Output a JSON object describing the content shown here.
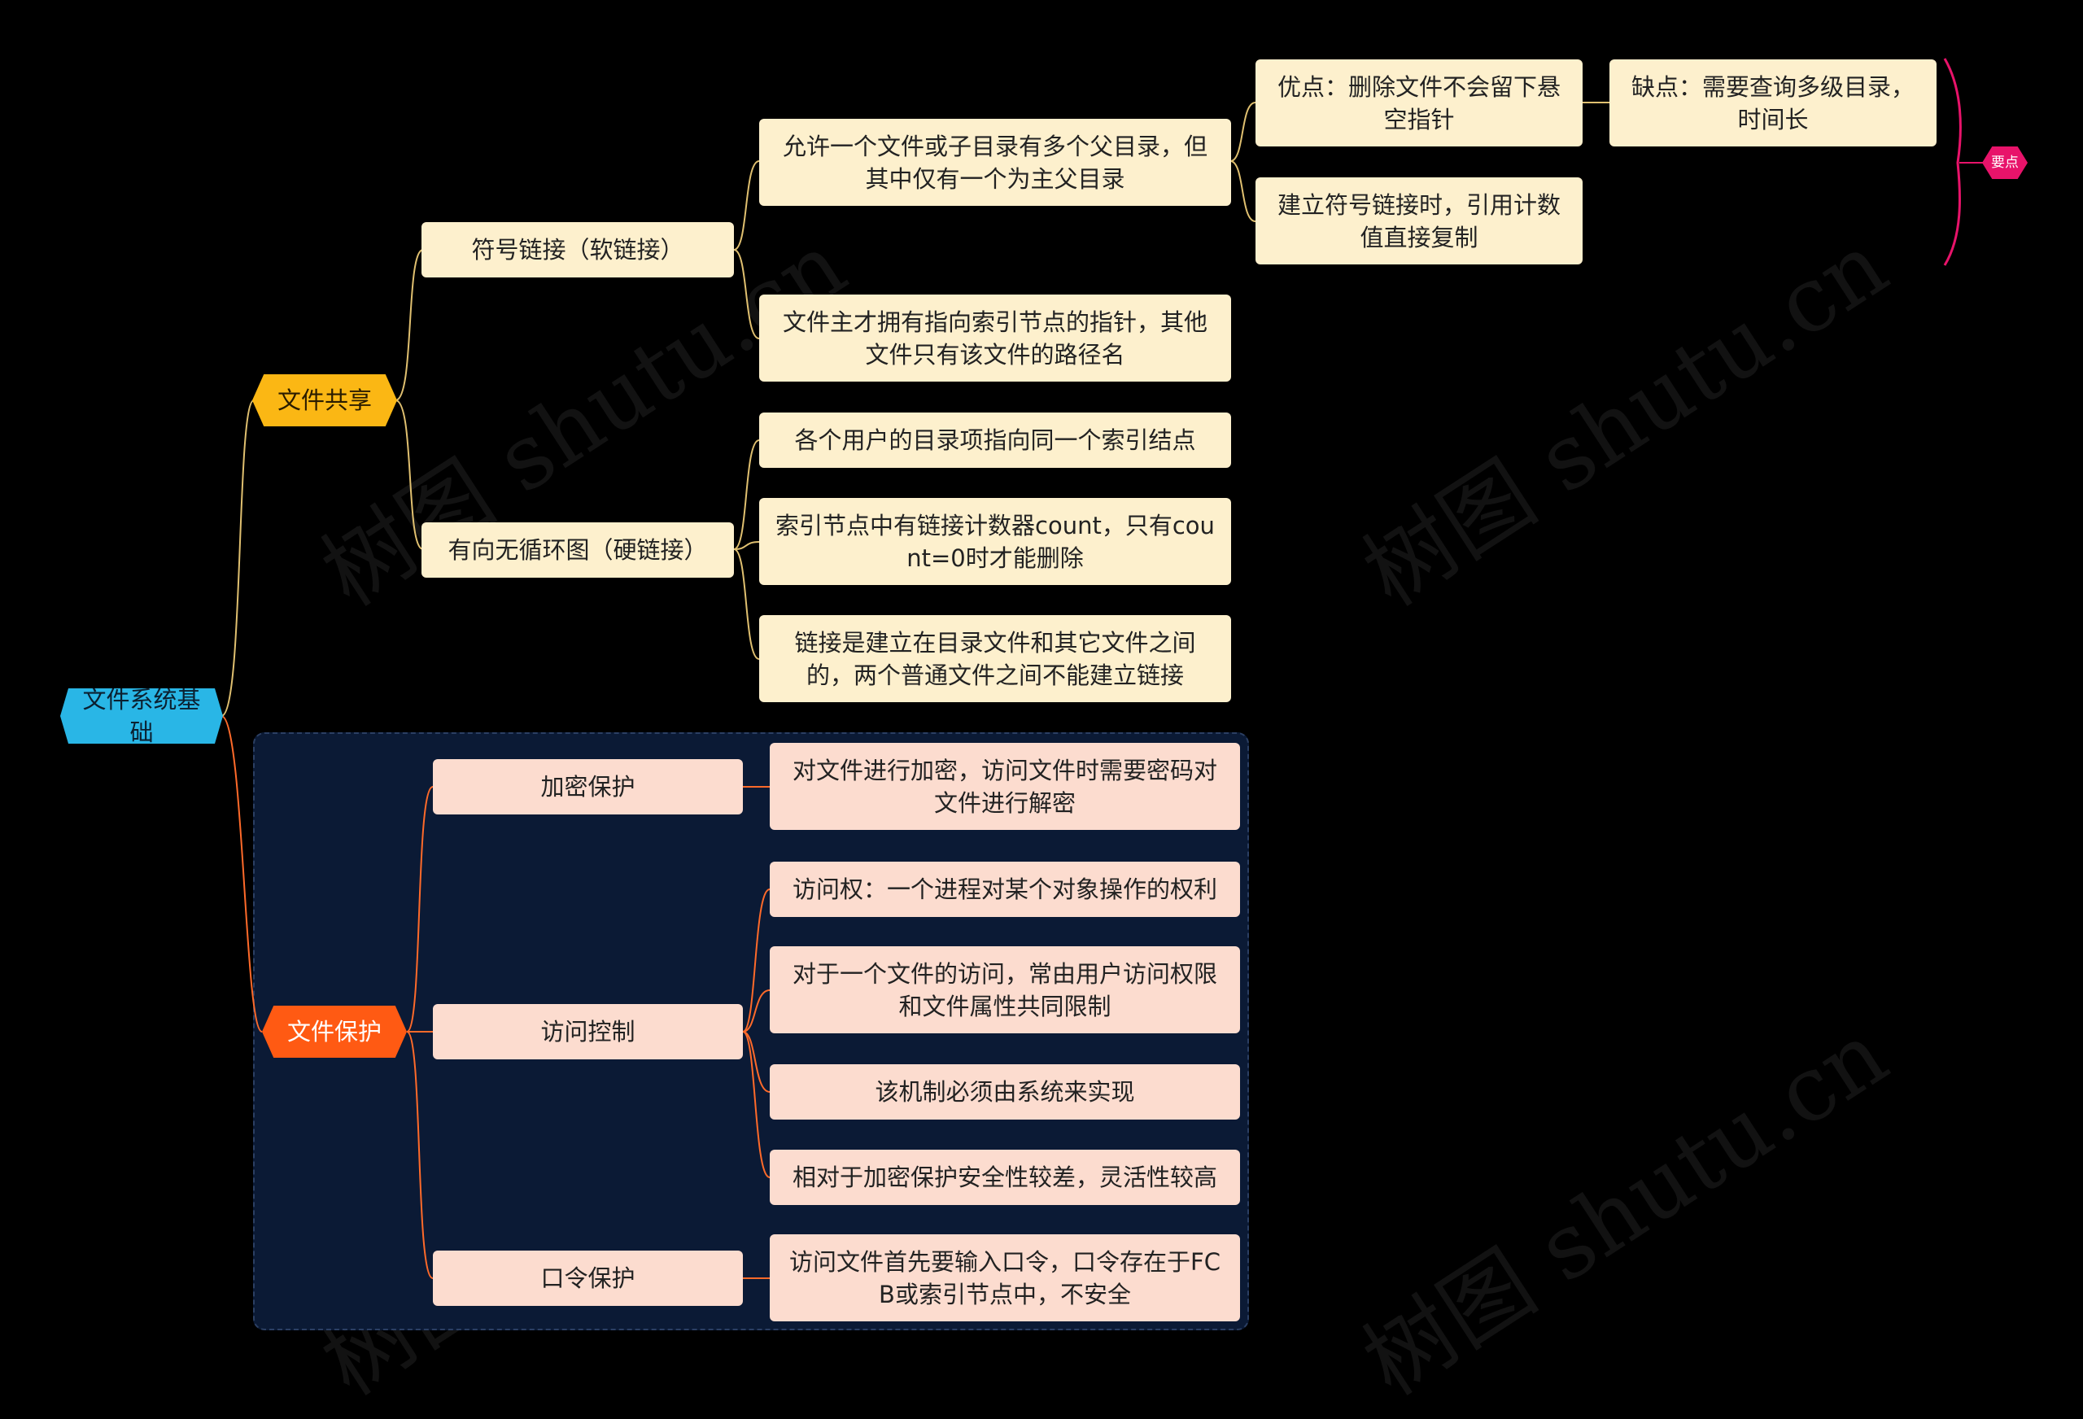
{
  "mindmap": {
    "root": "文件系统基础",
    "share": {
      "label": "文件共享",
      "symlink": {
        "label": "符号链接（软链接）",
        "multi_parent": "允许一个文件或子目录有多个父目录，但其中仅有一个为主父目录",
        "pro": "优点：删除文件不会留下悬空指针",
        "con": "缺点：需要查询多级目录，时间长",
        "copy_count": "建立符号链接时，引用计数值直接复制",
        "owner_pointer": "文件主才拥有指向索引节点的指针，其他文件只有该文件的路径名"
      },
      "hardlink": {
        "label": "有向无循环图（硬链接）",
        "same_inode": "各个用户的目录项指向同一个索引结点",
        "counter": "索引节点中有链接计数器count，只有count=0时才能删除",
        "between": "链接是建立在目录文件和其它文件之间的，两个普通文件之间不能建立链接"
      }
    },
    "protect": {
      "label": "文件保护",
      "encrypt": {
        "label": "加密保护",
        "desc": "对文件进行加密，访问文件时需要密码对文件进行解密"
      },
      "access": {
        "label": "访问控制",
        "right": "访问权：一个进程对某个对象操作的权利",
        "limit": "对于一个文件的访问，常由用户访问权限和文件属性共同限制",
        "system": "该机制必须由系统来实现",
        "compare": "相对于加密保护安全性较差，灵活性较高"
      },
      "password": {
        "label": "口令保护",
        "desc": "访问文件首先要输入口令，口令存在于FCB或索引节点中，不安全"
      }
    },
    "summary_tag": "要点"
  },
  "watermark": "树图 shutu.cn",
  "colors": {
    "background": "#000000",
    "root": "#29b6e6",
    "share": "#fbb714",
    "protect": "#ff5a13",
    "leaf_yellow": "#fdf0cd",
    "leaf_pink": "#fcdccf",
    "tag": "#e8136a"
  }
}
